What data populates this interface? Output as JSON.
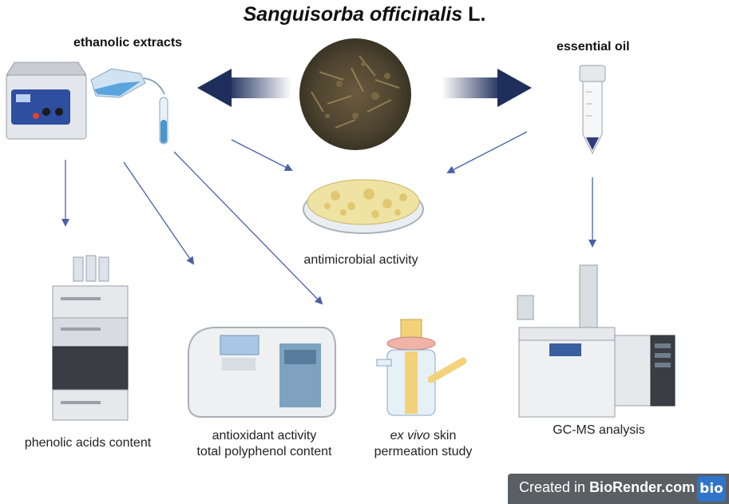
{
  "title": {
    "species": "Sanguisorba officinalis",
    "author": "L."
  },
  "headers": {
    "left": "ethanolic extracts",
    "right": "essential oil"
  },
  "labels": {
    "antimicrobial": "antimicrobial activity",
    "phenolic": "phenolic acids content",
    "antioxidant_line1": "antioxidant activity",
    "antioxidant_line2": "total polyphenol content",
    "exvivo_italic": "ex vivo",
    "exvivo_rest": " skin",
    "exvivo_line2": "permeation study",
    "gcms": "GC-MS analysis"
  },
  "watermark": {
    "prefix": "Created in ",
    "brand": "BioRender.com",
    "logo": "bio"
  },
  "colors": {
    "arrow_dark": "#1f2f5c",
    "arrow_thin": "#4a5fa8",
    "watermark_bg": "#5a5f63",
    "logo_blue": "#2f74c9"
  }
}
